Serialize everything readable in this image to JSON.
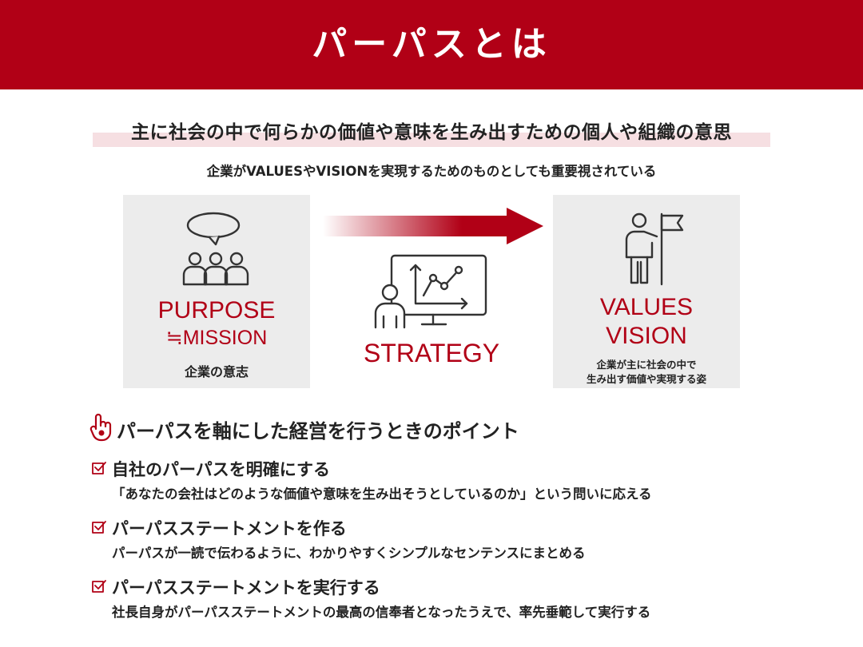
{
  "header": {
    "title": "パーパスとは"
  },
  "definition": "主に社会の中で何らかの価値や意味を生み出すための個人や組織の意思",
  "subtitle": "企業がVALUESやVISIONを実現するためのものとしても重要視されている",
  "diagram": {
    "left": {
      "line1": "PURPOSE",
      "line2": "≒MISSION",
      "caption": "企業の意志"
    },
    "center": {
      "label": "STRATEGY"
    },
    "right": {
      "line1": "VALUES",
      "line2": "VISION",
      "caption1": "企業が主に社会の中で",
      "caption2": "生み出す価値や実現する姿"
    }
  },
  "points": {
    "title": "パーパスを軸にした経営を行うときのポイント",
    "items": [
      {
        "heading": "自社のパーパスを明確にする",
        "body": "「あなたの会社はどのような価値や意味を生み出そうとしているのか」という問いに応える"
      },
      {
        "heading": "パーパスステートメントを作る",
        "body": "パーパスが一読で伝わるように、わかりやすくシンプルなセンテンスにまとめる"
      },
      {
        "heading": "パーパスステートメントを実行する",
        "body": "社長自身がパーパスステートメントの最高の信奉者となったうえで、率先垂範して実行する"
      }
    ]
  },
  "colors": {
    "brand_red": "#b10016",
    "panel_gray": "#ececec",
    "highlight_pink": "#f6dfe2"
  },
  "icons": [
    "speech-group-icon",
    "presentation-chart-icon",
    "person-flag-icon",
    "pointing-hand-icon",
    "checkbox-icon"
  ]
}
